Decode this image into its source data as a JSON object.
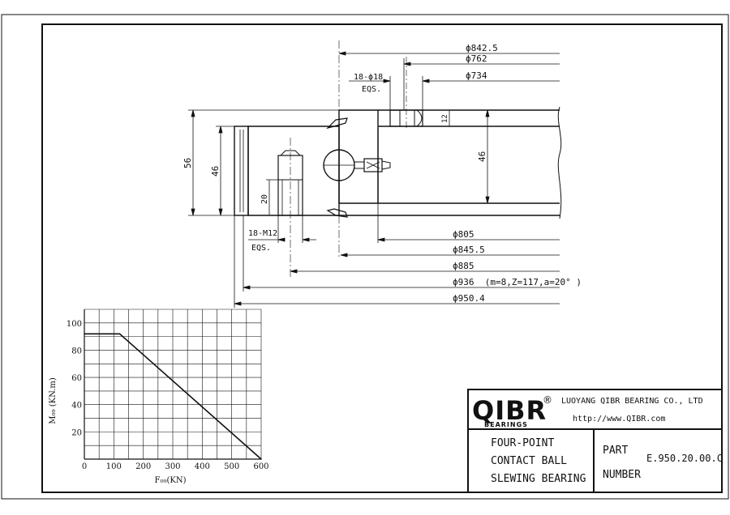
{
  "drawing": {
    "dimensions": {
      "d842": "ϕ842.5",
      "d762": "ϕ762",
      "d734": "ϕ734",
      "holes_top": "18-ϕ18",
      "eqs_top": "EQS.",
      "h12": "12",
      "h46_right": "46",
      "h56": "56",
      "h46_left": "46",
      "h20": "20",
      "holes_bottom": "18-M12",
      "eqs_bottom": "EQS.",
      "d805": "ϕ805",
      "d845": "ϕ845.5",
      "d885": "ϕ885",
      "d936": "ϕ936  (m=8,Z=117,a=20° )",
      "d950": "ϕ950.4"
    }
  },
  "chart_data": {
    "type": "line",
    "title": "",
    "xlabel": "F₀₉(KN)",
    "ylabel": "M₀₉ (KN.m)",
    "xlim": [
      0,
      600
    ],
    "ylim": [
      0,
      110
    ],
    "x_ticks": [
      "0",
      "100",
      "200",
      "300",
      "400",
      "500",
      "600"
    ],
    "y_ticks": [
      "20",
      "40",
      "60",
      "80",
      "100"
    ],
    "grid": true,
    "series": [
      {
        "x": [
          0,
          120,
          600
        ],
        "y": [
          92,
          92,
          0
        ]
      }
    ]
  },
  "title_block": {
    "logo": "QIBR",
    "registered": "®",
    "logo_sub": "BEARINGS",
    "company": "LUOYANG QIBR BEARING CO., LTD",
    "website": "http://www.QIBR.com",
    "desc_line1": "FOUR-POINT",
    "desc_line2": "CONTACT BALL",
    "desc_line3": "SLEWING BEARING",
    "part_label1": "PART",
    "part_label2": "NUMBER",
    "part_number": "E.950.20.00.C"
  }
}
